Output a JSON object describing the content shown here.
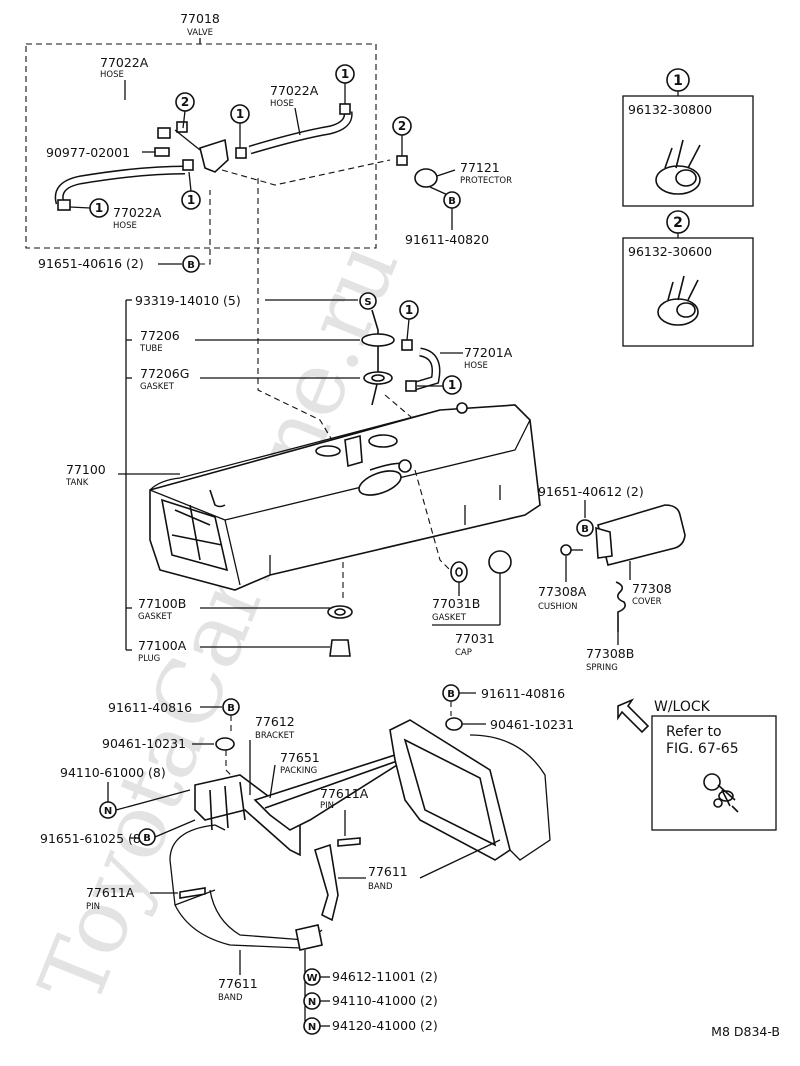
{
  "watermark": "ToyotaCarMine.ru",
  "footer_code": "M8 D834-B",
  "wlock": {
    "label": "W/LOCK",
    "refer": "Refer to",
    "fig": "FIG. 67-65"
  },
  "clips": [
    {
      "marker": "1",
      "part_no": "96132-30800"
    },
    {
      "marker": "2",
      "part_no": "96132-30600"
    }
  ],
  "markers": {
    "one": "1",
    "two": "2",
    "B": "B",
    "S": "S",
    "N": "N",
    "W": "W"
  },
  "labels": {
    "valve_no": "77018",
    "valve_nm": "VALVE",
    "hose_a_no": "77022A",
    "hose_a_nm": "HOSE",
    "hose_b_no": "77022A",
    "hose_b_nm": "HOSE",
    "hose_c_no": "77022A",
    "hose_c_nm": "HOSE",
    "p90977": "90977-02001",
    "prot_no": "77121",
    "prot_nm": "PROTECTOR",
    "b91611_40820": "91611-40820",
    "b91651_40616": "91651-40616 (2)",
    "s93319": "93319-14010 (5)",
    "tube_no": "77206",
    "tube_nm": "TUBE",
    "gask_g_no": "77206G",
    "gask_g_nm": "GASKET",
    "hose_201_no": "77201A",
    "hose_201_nm": "HOSE",
    "tank_no": "77100",
    "tank_nm": "TANK",
    "b91651_40612": "91651-40612 (2)",
    "cush_no": "77308A",
    "cush_nm": "CUSHION",
    "cover_no": "77308",
    "cover_nm": "COVER",
    "spring_no": "77308B",
    "spring_nm": "SPRING",
    "g031b_no": "77031B",
    "g031b_nm": "GASKET",
    "cap_no": "77031",
    "cap_nm": "CAP",
    "g100b_no": "77100B",
    "g100b_nm": "GASKET",
    "plug_no": "77100A",
    "plug_nm": "PLUG",
    "b91611_40816_l": "91611-40816",
    "b91611_40816_r": "91611-40816",
    "w90461_l": "90461-10231",
    "w90461_r": "90461-10231",
    "n94110_61000": "94110-61000 (8)",
    "b91651_61025": "91651-61025 (8)",
    "brk_no": "77612",
    "brk_nm": "BRACKET",
    "pack_no": "77651",
    "pack_nm": "PACKING",
    "pin_r_no": "77611A",
    "pin_r_nm": "PIN",
    "pin_l_no": "77611A",
    "pin_l_nm": "PIN",
    "band_r_no": "77611",
    "band_r_nm": "BAND",
    "band_l_no": "77611",
    "band_l_nm": "BAND",
    "w94612": "94612-11001 (2)",
    "n94110_41000": "94110-41000 (2)",
    "n94120_41000": "94120-41000 (2)"
  }
}
